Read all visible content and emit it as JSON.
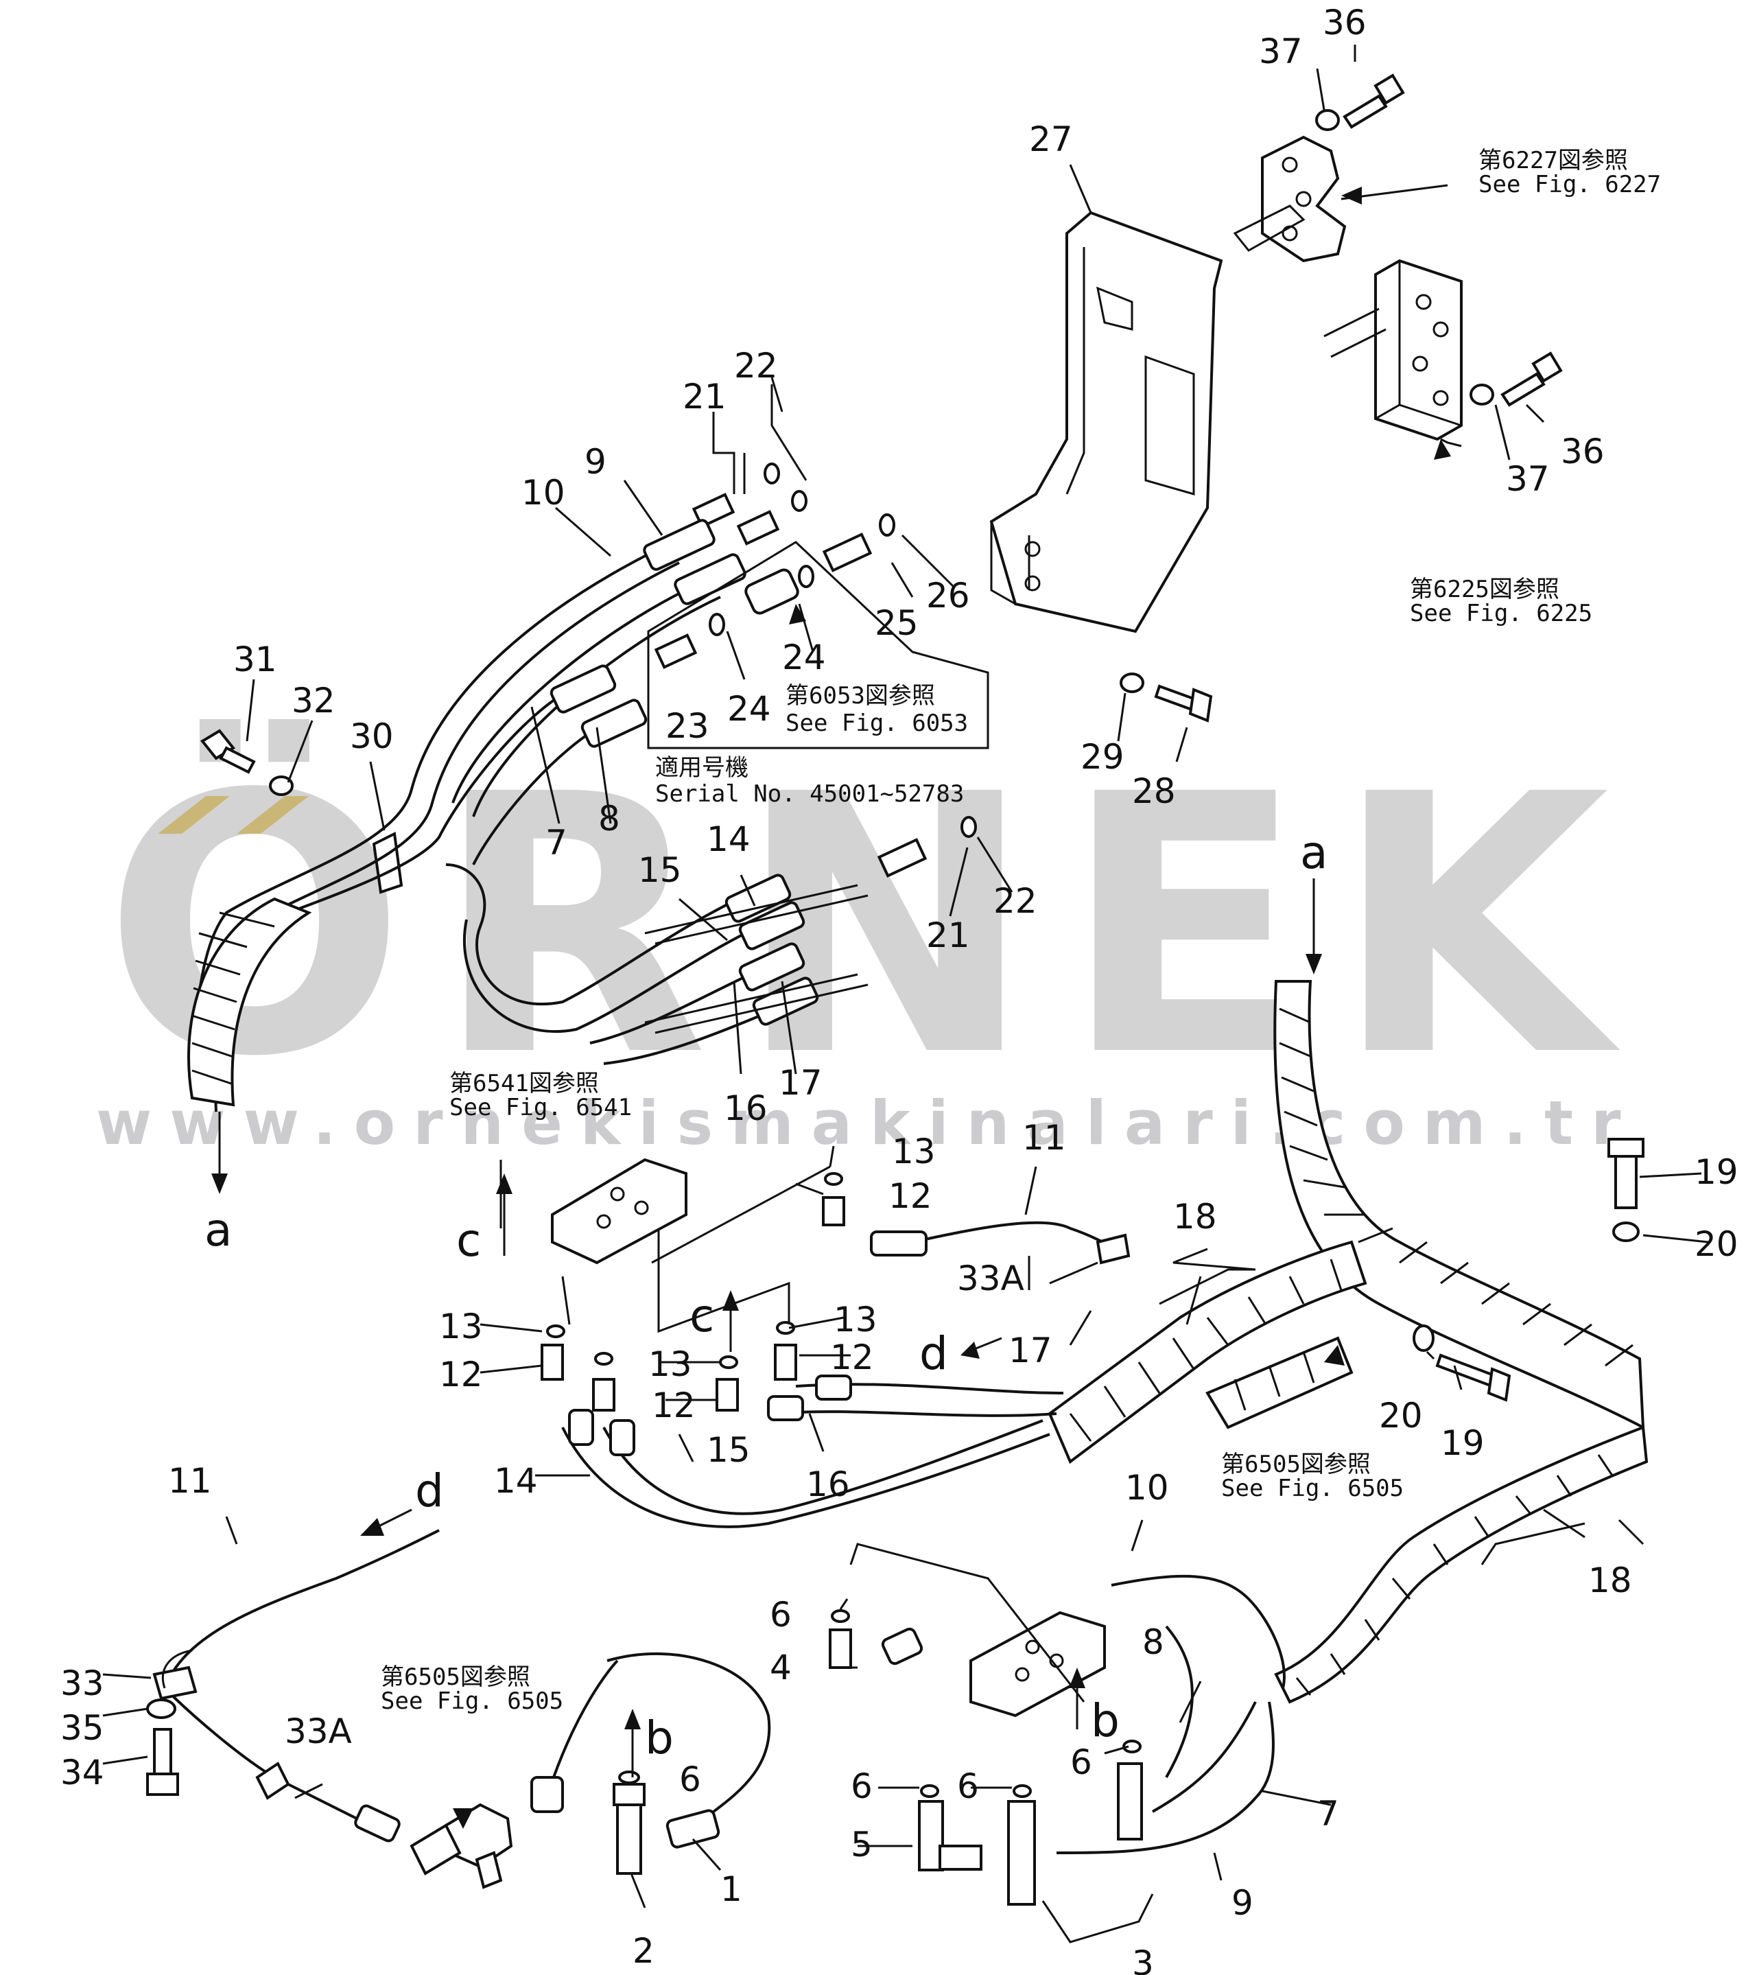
{
  "watermark": {
    "brand": "ÖRNEK",
    "url": "www.ornekismakinalari.com.tr",
    "accent_color": "#f2d675"
  },
  "references": {
    "fig6227_jp": "第6227図参照",
    "fig6227_en": "See  Fig. 6227",
    "fig6225_jp": "第6225図参照",
    "fig6225_en": "See  Fig. 6225",
    "fig6053_jp": "第6053図参照",
    "fig6053_en": "See  Fig. 6053",
    "serial_jp": "適用号機",
    "serial_en": "Serial  No.  45001~52783",
    "fig6541_jp": "第6541図参照",
    "fig6541_en": "See  Fig. 6541",
    "fig6505a_jp": "第6505図参照",
    "fig6505a_en": "See  Fig. 6505",
    "fig6505b_jp": "第6505図参照",
    "fig6505b_en": "See  Fig. 6505"
  },
  "labels": {
    "p36a": "36",
    "p37a": "37",
    "p27": "27",
    "p36b": "36",
    "p37b": "37",
    "p22a": "22",
    "p21a": "21",
    "p9a": "9",
    "p10a": "10",
    "p25": "25",
    "p26": "26",
    "p24a": "24",
    "p24b": "24",
    "p23": "23",
    "p31": "31",
    "p32": "32",
    "p30": "30",
    "p7a": "7",
    "p8a": "8",
    "p29": "29",
    "p28": "28",
    "p22b": "22",
    "p21b": "21",
    "p14a": "14",
    "p15a": "15",
    "p16a": "16",
    "p17a": "17",
    "arrow_a1": "a",
    "arrow_a2": "a",
    "p19a": "19",
    "p20a": "20",
    "p13a": "13",
    "p12a": "12",
    "p11a": "11",
    "p18a": "18",
    "p33Aa": "33A",
    "arrow_c1": "c",
    "arrow_c2": "c",
    "arrow_d1": "d",
    "arrow_d2": "d",
    "p13b": "13",
    "p12b": "12",
    "p13c": "13",
    "p12c": "12",
    "p13d": "13",
    "p12d": "12",
    "p17b": "17",
    "p20b": "20",
    "p19b": "19",
    "p14b": "14",
    "p15b": "15",
    "p16b": "16",
    "p10b": "10",
    "p18b": "18",
    "p11b": "11",
    "p6a": "6",
    "p4": "4",
    "p33": "33",
    "p35": "35",
    "p34": "34",
    "p33Ab": "33A",
    "arrow_b1": "b",
    "arrow_b2": "b",
    "p6b": "6",
    "p6c": "6",
    "p6d": "6",
    "p6e": "6",
    "p8b": "8",
    "p7b": "7",
    "p5": "5",
    "p1": "1",
    "p2": "2",
    "p3": "3",
    "p9b": "9"
  }
}
